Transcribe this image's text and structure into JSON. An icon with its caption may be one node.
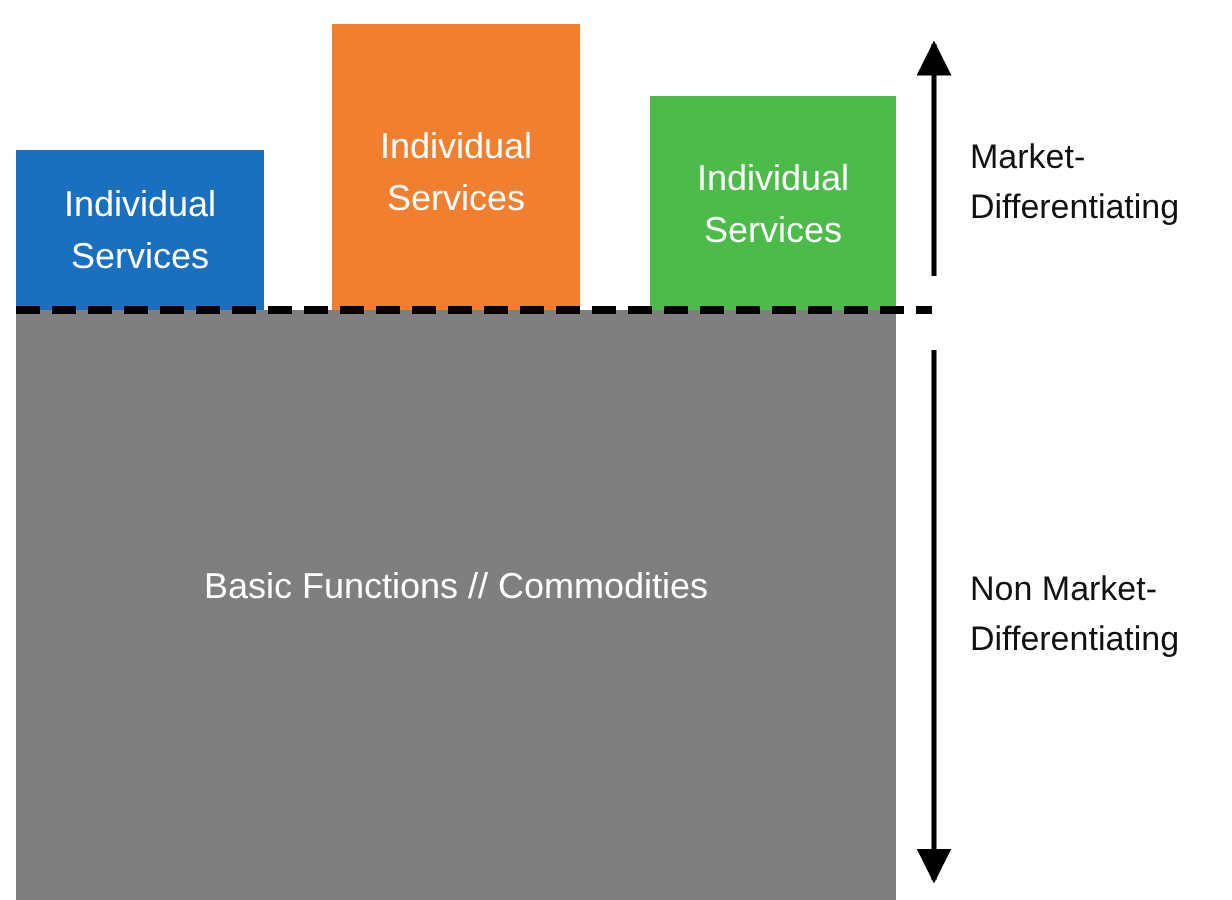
{
  "diagram": {
    "nodes": [
      {
        "text": [
          "Individual Services"
        ]
      },
      {
        "text": [
          "Individual Services"
        ]
      },
      {
        "text": [
          "Individual Services"
        ]
      },
      {
        "text": [
          "Basic Functions // Commodities"
        ]
      }
    ],
    "labels": [
      "Market-Differentiating",
      "Non Market-Differentiating"
    ]
  }
}
